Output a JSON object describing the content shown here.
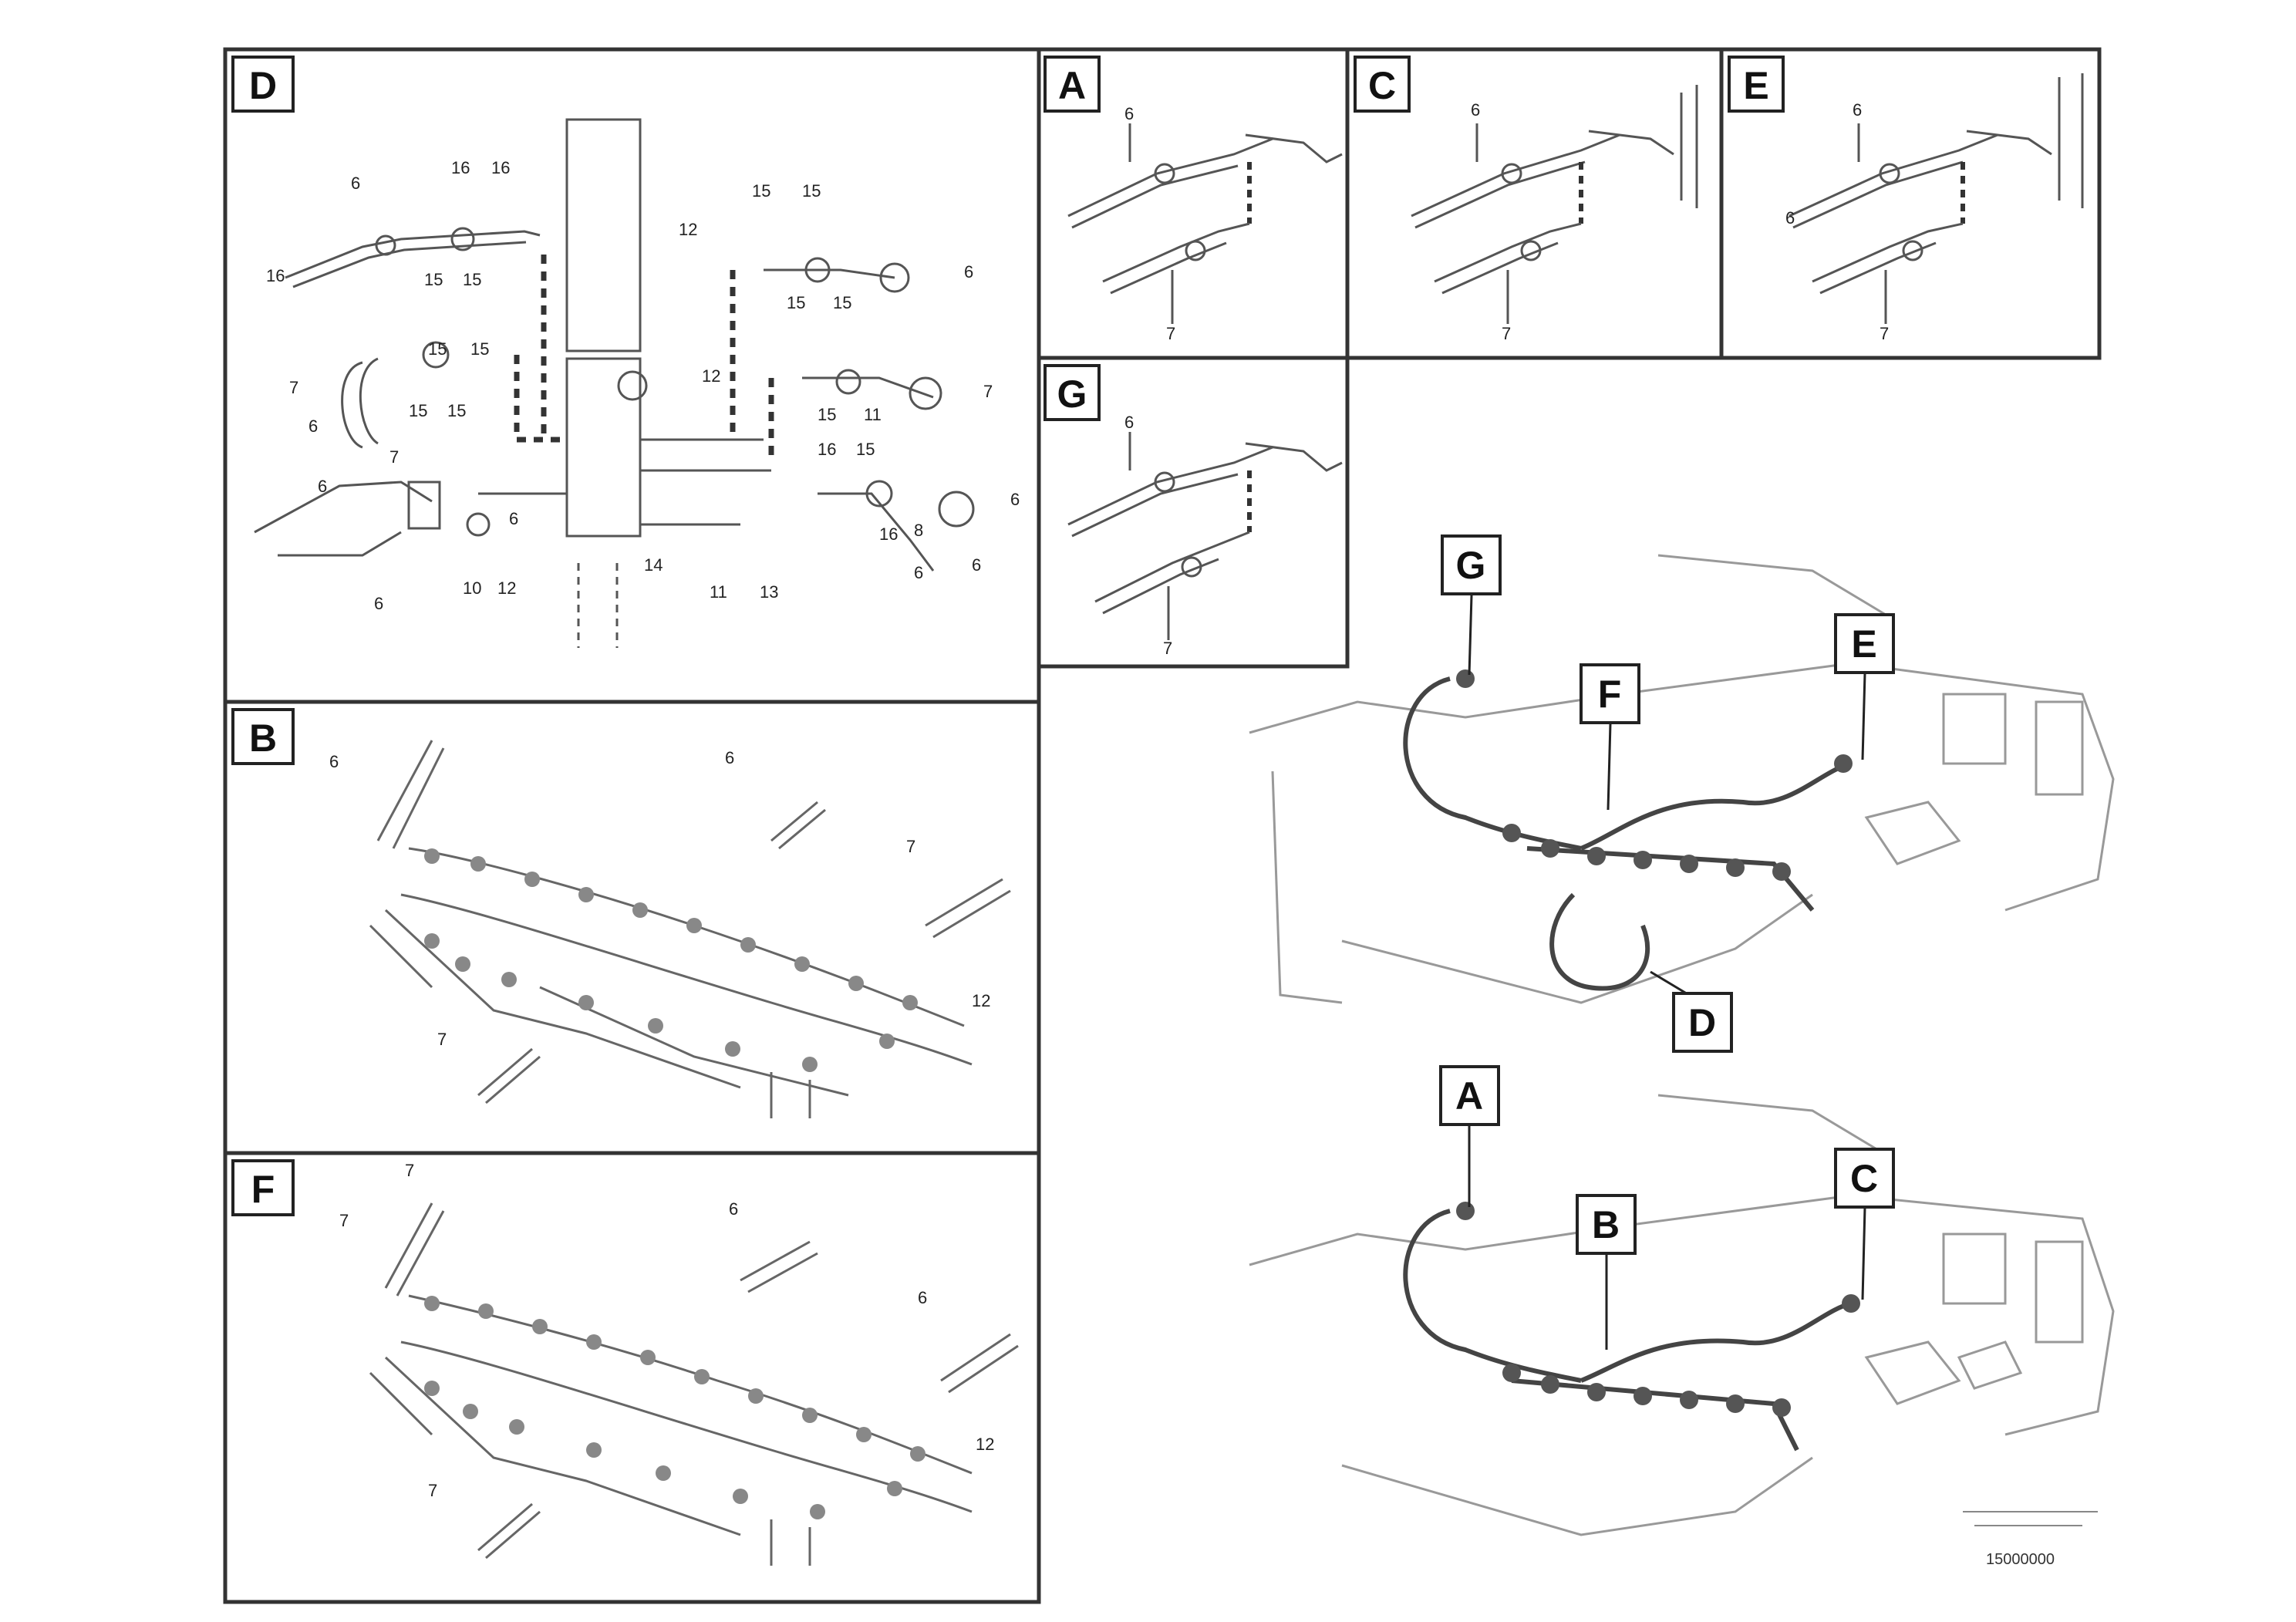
{
  "diagram": {
    "panel_D": {
      "letter": "D",
      "numbers": [
        "6",
        "16",
        "16",
        "15",
        "15",
        "15",
        "15",
        "16",
        "7",
        "7",
        "6",
        "15",
        "15",
        "6",
        "12",
        "15",
        "15",
        "12",
        "15",
        "15",
        "6",
        "15",
        "11",
        "7",
        "6",
        "6",
        "8",
        "16",
        "15",
        "16",
        "6",
        "6",
        "6",
        "10",
        "12",
        "11",
        "13",
        "14"
      ]
    },
    "panel_A": {
      "letter": "A",
      "numbers": [
        "6",
        "7"
      ]
    },
    "panel_C": {
      "letter": "C",
      "numbers": [
        "6",
        "7"
      ]
    },
    "panel_E": {
      "letter": "E",
      "numbers": [
        "6",
        "6",
        "7"
      ]
    },
    "panel_G": {
      "letter": "G",
      "numbers": [
        "6",
        "7"
      ]
    },
    "panel_B": {
      "letter": "B",
      "numbers": [
        "6",
        "6",
        "7",
        "7",
        "12"
      ]
    },
    "panel_F": {
      "letter": "F",
      "numbers": [
        "7",
        "7",
        "6",
        "6",
        "7",
        "12"
      ]
    },
    "overview_callouts": [
      "G",
      "F",
      "E",
      "D",
      "A",
      "B",
      "C"
    ],
    "footer_code": "15000000"
  }
}
